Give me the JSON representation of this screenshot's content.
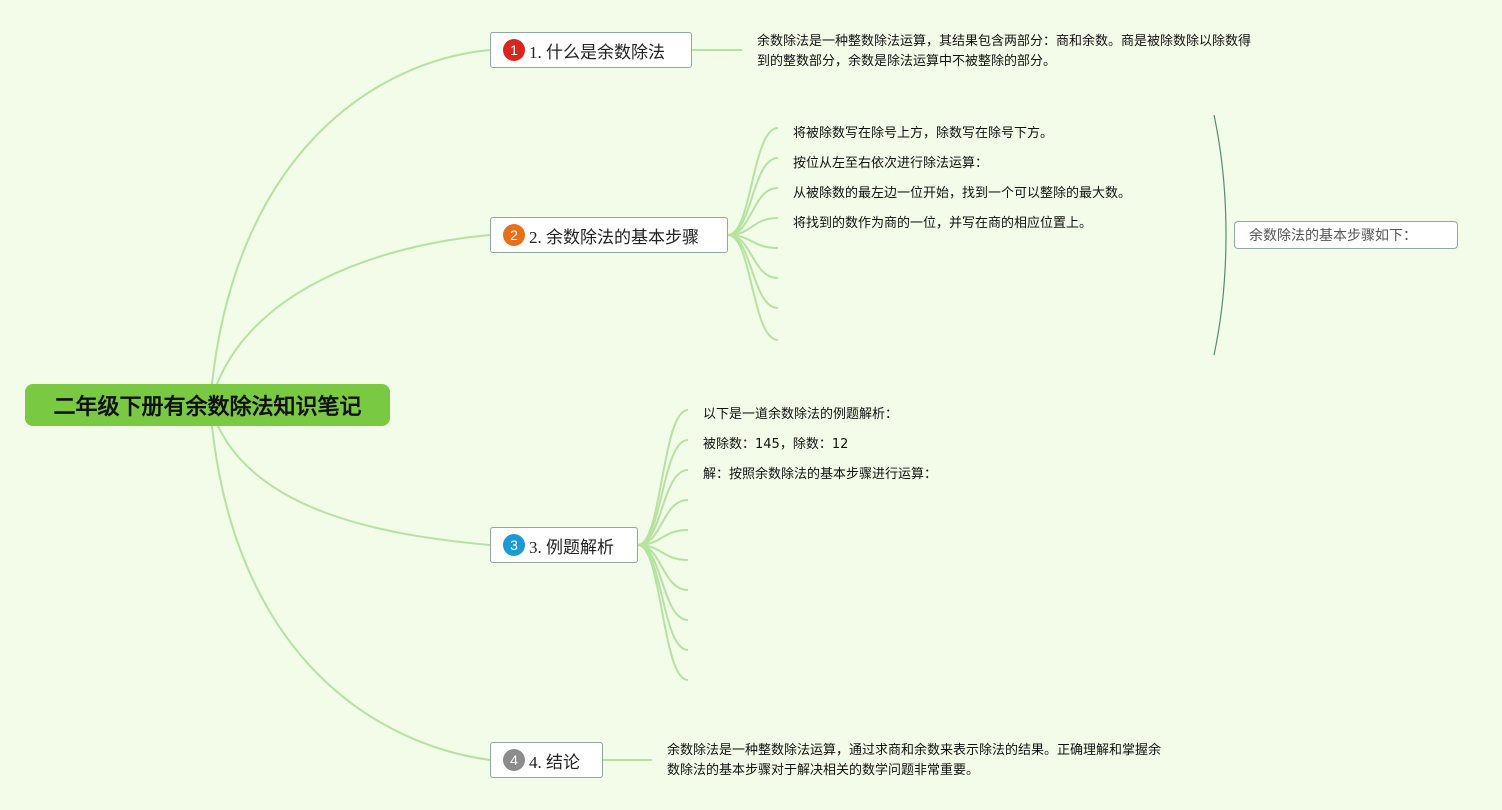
{
  "root": {
    "title": "二年级下册有余数除法知识笔记"
  },
  "colors": {
    "background": "#f3fbe9",
    "root": "#7ac943",
    "line": "#b6e2a1",
    "bracket": "#5a8a78"
  },
  "topics": [
    {
      "label": "1. 什么是余数除法",
      "marker": "1",
      "marker_color": "#d9251b",
      "note": "余数除法是一种整数除法运算，其结果包含两部分：商和余数。商是被除数除以除数得到的整数部分，余数是除法运算中不被整除的部分。"
    },
    {
      "label": "2. 余数除法的基本步骤",
      "marker": "2",
      "marker_color": "#e8701a",
      "items": [
        "将被除数写在除号上方，除数写在除号下方。",
        "按位从左至右依次进行除法运算：",
        "从被除数的最左边一位开始，找到一个可以整除的最大数。",
        "将找到的数作为商的一位，并写在商的相应位置上。"
      ],
      "summary": "余数除法的基本步骤如下："
    },
    {
      "label": "3. 例题解析",
      "marker": "3",
      "marker_color": "#1b9ad8",
      "items": [
        "以下是一道余数除法的例题解析：",
        "被除数：145，除数：12",
        "解：按照余数除法的基本步骤进行运算："
      ]
    },
    {
      "label": "4. 结论",
      "marker": "4",
      "marker_color": "#8c8c8c",
      "note": "余数除法是一种整数除法运算，通过求商和余数来表示除法的结果。正确理解和掌握余数除法的基本步骤对于解决相关的数学问题非常重要。"
    }
  ]
}
